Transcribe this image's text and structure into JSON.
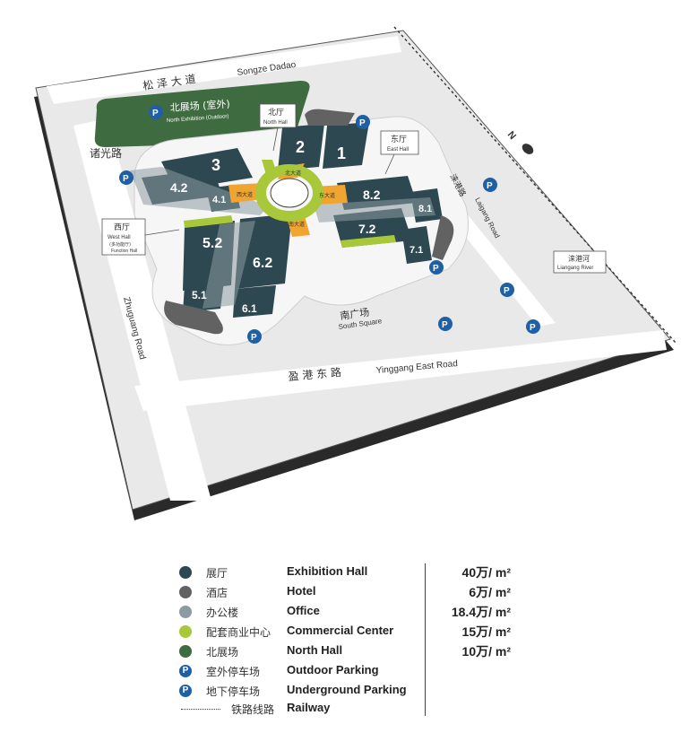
{
  "colors": {
    "exhibition_hall": "#2e4851",
    "hotel": "#626262",
    "office": "#8c9ba0",
    "commercial": "#a8c83a",
    "north_hall": "#3e6b3f",
    "parking": "#1f5fa6",
    "ground": "#e8e8e8",
    "site": "#ffffff"
  },
  "map": {
    "roads": {
      "north_cn": "松 泽 大 道",
      "north_en": "Songze Dadao",
      "west_cn": "诸光路",
      "west_en": "Zhuguang Road",
      "south_cn": "盈 港 东 路",
      "south_en": "Yinggang East Road",
      "east_cn": "涞港路",
      "east_en": "Laigang Road"
    },
    "north_exhibition": {
      "cn": "北展场 (室外)",
      "en": "North Exhibition (Outdoor)"
    },
    "north_hall_label": {
      "cn": "北厅",
      "en": "North Hall"
    },
    "east_hall_label": {
      "cn": "东厅",
      "en": "East Hall"
    },
    "west_hall_label": {
      "cn": "西厅",
      "sub_cn": "(多功能厅)",
      "en": "Function Hall",
      "en2": "West Hall"
    },
    "south_square": {
      "cn": "南广场",
      "en": "South Square"
    },
    "river": {
      "cn": "涞港河",
      "en": "Liangang River"
    },
    "compass": "N",
    "halls": [
      "1",
      "2",
      "3",
      "4.2",
      "4.1",
      "5.2",
      "5.1",
      "6.2",
      "6.1",
      "7.2",
      "7.1",
      "8.2",
      "8.1"
    ],
    "corridors": [
      "北大道",
      "东大道",
      "南大道",
      "西大道"
    ],
    "parking_symbol": "P"
  },
  "legend": {
    "items": [
      {
        "cn": "展厅",
        "en": "Exhibition Hall",
        "value": "40万/ m²",
        "type": "circle",
        "color_key": "exhibition_hall"
      },
      {
        "cn": "酒店",
        "en": "Hotel",
        "value": "6万/ m²",
        "type": "circle",
        "color_key": "hotel"
      },
      {
        "cn": "办公楼",
        "en": "Office",
        "value": "18.4万/ m²",
        "type": "circle",
        "color_key": "office"
      },
      {
        "cn": "配套商业中心",
        "en": "Commercial Center",
        "value": "15万/ m²",
        "type": "circle",
        "color_key": "commercial"
      },
      {
        "cn": "北展场",
        "en": "North Hall",
        "value": "10万/ m²",
        "type": "circle",
        "color_key": "north_hall"
      },
      {
        "cn": "室外停车场",
        "en": "Outdoor Parking",
        "value": "",
        "type": "parking",
        "symbol": "P"
      },
      {
        "cn": "地下停车场",
        "en": "Underground Parking",
        "value": "",
        "type": "parking",
        "symbol": "P"
      },
      {
        "cn": "铁路线路",
        "en": "Railway",
        "value": "",
        "type": "rail"
      }
    ]
  }
}
